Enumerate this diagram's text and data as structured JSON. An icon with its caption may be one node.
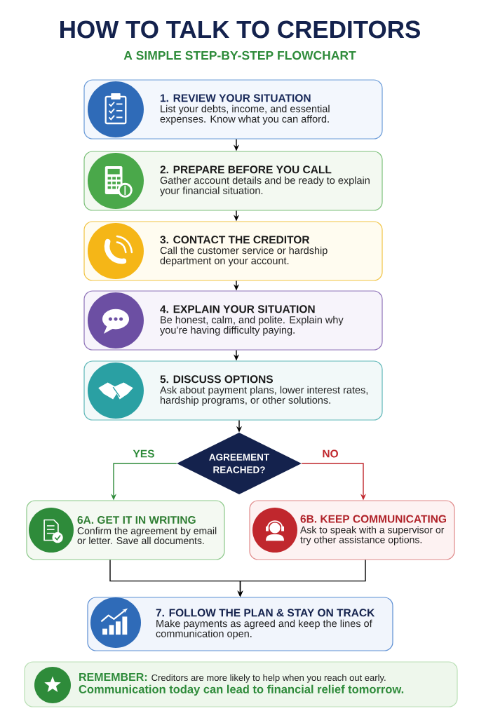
{
  "diagram": {
    "title": "HOW TO TALK TO CREDITORS",
    "labels": [
      "A SIMPLE STEP-BY-STEP FLOWCHART"
    ],
    "nodes": [
      {
        "text": [
          "1. REVIEW YOUR SITUATION",
          "List your debts, income, and essential expenses. Know what you can afford."
        ]
      },
      {
        "text": [
          "2. PREPARE BEFORE YOU CALL",
          "Gather account details and be ready to explain your financial situation."
        ]
      },
      {
        "text": [
          "3. CONTACT THE CREDITOR",
          "Call the customer service or hardship department on your account."
        ]
      },
      {
        "text": [
          "4. EXPLAIN YOUR SITUATION",
          "Be honest, calm, and polite. Explain why you’re having difficulty paying."
        ]
      },
      {
        "text": [
          "5. DISCUSS OPTIONS",
          "Ask about payment plans, lower interest rates, hardship programs, or other solutions."
        ]
      },
      {
        "text": [
          "AGREEMENT REACHED?"
        ]
      },
      {
        "text": [
          "6A. GET IT IN WRITING",
          "Confirm the agreement by email or letter. Save all documents."
        ]
      },
      {
        "text": [
          "6B. KEEP COMMUNICATING",
          "Ask to speak with a supervisor or try other assistance options."
        ]
      },
      {
        "text": [
          "7. FOLLOW THE PLAN & STAY ON TRACK",
          "Make payments as agreed and keep the lines of communication open."
        ]
      },
      {
        "text": [
          "REMEMBER:",
          "Creditors are more likely to help when you reach out early.",
          "Communication today can lead to financial relief tomorrow."
        ]
      }
    ],
    "edges": [
      {
        "from": 0,
        "to": 1,
        "arrow": "to"
      },
      {
        "from": 1,
        "to": 2,
        "arrow": "to"
      },
      {
        "from": 2,
        "to": 3,
        "arrow": "to"
      },
      {
        "from": 3,
        "to": 4,
        "arrow": "to"
      },
      {
        "from": 4,
        "to": 5,
        "arrow": "to"
      },
      {
        "from": 5,
        "to": 6,
        "arrow": "to",
        "label": "YES",
        "color": "#2e8b3a"
      },
      {
        "from": 5,
        "to": 7,
        "arrow": "to",
        "label": "NO",
        "color": "#c0272d"
      },
      {
        "from": 6,
        "to": 8,
        "arrow": "to"
      },
      {
        "from": 7,
        "to": 8,
        "arrow": "to"
      }
    ]
  }
}
